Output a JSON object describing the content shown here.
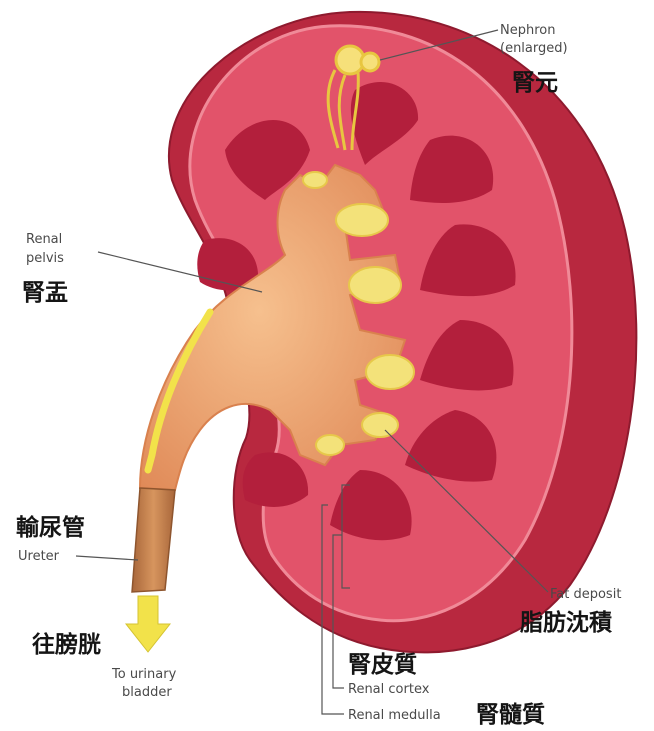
{
  "labels": {
    "nephron": {
      "en1": "Nephron",
      "en2": "(enlarged)",
      "zh": "腎元"
    },
    "renal_pelvis": {
      "en1": "Renal",
      "en2": "pelvis",
      "zh": "腎盂"
    },
    "ureter": {
      "zh": "輸尿管",
      "en": "Ureter"
    },
    "to_bladder": {
      "zh": "往膀胱",
      "en1": "To urinary",
      "en2": "bladder"
    },
    "fat_deposit": {
      "en": "Fat deposit",
      "zh": "脂肪沈積"
    },
    "renal_cortex": {
      "zh": "腎皮質",
      "en": "Renal cortex"
    },
    "renal_medulla": {
      "en": "Renal medulla",
      "zh": "腎髓質"
    }
  },
  "colors": {
    "capsule": "#b8283f",
    "cortex": "#e2536a",
    "pyramid": "#b31f3c",
    "pelvis": "#eea06c",
    "fat": "#f3e27a",
    "ureter": "#c98650",
    "arrow": "#f2e24a"
  }
}
